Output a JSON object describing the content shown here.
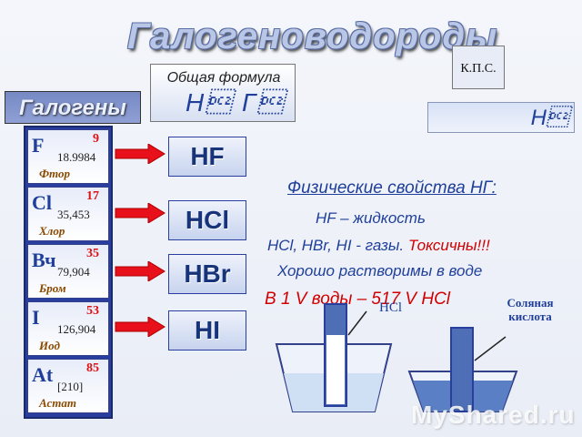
{
  "title": "Галогеноводороды",
  "general_formula": {
    "label": "Общая формула",
    "value": "H\u0012 Г\u0012"
  },
  "kps": "К.П.С.",
  "formula_bar": "H\u0012",
  "halogens": {
    "header": "Галогены",
    "items": [
      {
        "symbol": "F",
        "number": "9",
        "mass": "18.9984",
        "name": "Фтор"
      },
      {
        "symbol": "Cl",
        "number": "17",
        "mass": "35,453",
        "name": "Хлор"
      },
      {
        "symbol": "Вч",
        "number": "35",
        "mass": "79,904",
        "name": "Бром"
      },
      {
        "symbol": "I",
        "number": "53",
        "mass": "126,904",
        "name": "Иод"
      },
      {
        "symbol": "At",
        "number": "85",
        "mass": "[210]",
        "name": "Астат"
      }
    ]
  },
  "acids": [
    "HF",
    "HCl",
    "HBr",
    "HI"
  ],
  "properties": {
    "title": "Физические свойства  НГ:",
    "line1": "HF – жидкость",
    "line2": "HCl, HBr, HI -  газы.",
    "line2_toxic": "Токсичны!!!",
    "line3": "Хорошо растворимы в воде",
    "line4": "В 1 V воды – 517 V  HCl"
  },
  "diagram": {
    "hcl_label": "HCl",
    "acid_label": "Соляная кислота"
  },
  "watermark": "MyShared.ru",
  "colors": {
    "accent": "#1f3f9a",
    "toxic": "#d10000",
    "column": "#2a3ea0",
    "water": "#cfe0f4"
  }
}
